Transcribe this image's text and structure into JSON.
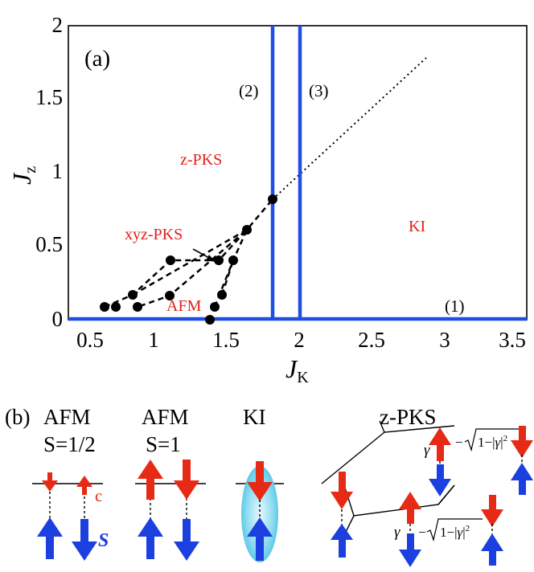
{
  "panel_a": {
    "label": "(a)",
    "x_axis": {
      "label_main": "J",
      "label_sub": "K",
      "range": [
        0.5,
        3.5
      ],
      "ticks": [
        "0.5",
        "1",
        "1.5",
        "2",
        "2.5",
        "3",
        "3.5"
      ]
    },
    "y_axis": {
      "label_main": "J",
      "label_sub": "z",
      "range": [
        0,
        2
      ],
      "ticks": [
        "0",
        "0.5",
        "1",
        "1.5",
        "2"
      ]
    },
    "phase_labels": {
      "z_pks": "z-PKS",
      "xyz_pks": "xyz-PKS",
      "afm": "AFM",
      "ki": "KI"
    },
    "line_labels": {
      "line1": "(1)",
      "line2": "(2)",
      "line3": "(3)"
    },
    "colors": {
      "boundary": "#1f4fe0",
      "phase_text": "#e0201b",
      "points": "#000000"
    }
  },
  "chart_data": {
    "type": "scatter",
    "xlim": [
      0.5,
      3.5
    ],
    "ylim": [
      0,
      2
    ],
    "boundary_lines": [
      {
        "label": "(1)",
        "orientation": "horizontal",
        "y": 0.0
      },
      {
        "label": "(2)",
        "orientation": "vertical",
        "x": 1.81
      },
      {
        "label": "(3)",
        "orientation": "vertical",
        "x": 2.0
      }
    ],
    "dotted_line": [
      [
        1.81,
        0.8
      ],
      [
        2.9,
        1.76
      ]
    ],
    "points": [
      [
        0.8,
        0.08
      ],
      [
        0.88,
        0.08
      ],
      [
        0.96,
        0.16
      ],
      [
        1.1,
        0.4
      ],
      [
        1.1,
        0.16
      ],
      [
        1.4,
        0.08
      ],
      [
        1.4,
        0.0
      ],
      [
        1.44,
        0.4
      ],
      [
        1.47,
        0.16
      ],
      [
        1.56,
        0.4
      ],
      [
        1.65,
        0.6
      ],
      [
        1.81,
        0.8
      ]
    ],
    "dashed_paths": [
      [
        [
          0.8,
          0.08
        ],
        [
          0.96,
          0.16
        ],
        [
          1.1,
          0.4
        ],
        [
          1.44,
          0.4
        ],
        [
          1.65,
          0.6
        ],
        [
          1.1,
          0.16
        ],
        [
          0.88,
          0.08
        ]
      ],
      [
        [
          0.96,
          0.16
        ],
        [
          1.65,
          0.6
        ],
        [
          1.81,
          0.8
        ]
      ],
      [
        [
          1.4,
          0.08
        ],
        [
          1.56,
          0.4
        ],
        [
          1.65,
          0.6
        ]
      ]
    ]
  },
  "panel_b": {
    "label": "(b)",
    "afm_half": {
      "title_top": "AFM",
      "title_bottom": "S=1/2",
      "c_label": "c",
      "s_label": "S"
    },
    "afm_one": {
      "title_top": "AFM",
      "title_bottom": "S=1"
    },
    "ki": {
      "title": "KI"
    },
    "zpks": {
      "title": "z-PKS",
      "gamma1": "γ",
      "gamma2": "γ"
    },
    "colors": {
      "up_red": "#e62a16",
      "down_blue": "#1c3fe0",
      "ellipse": "#6fd3ee"
    }
  }
}
